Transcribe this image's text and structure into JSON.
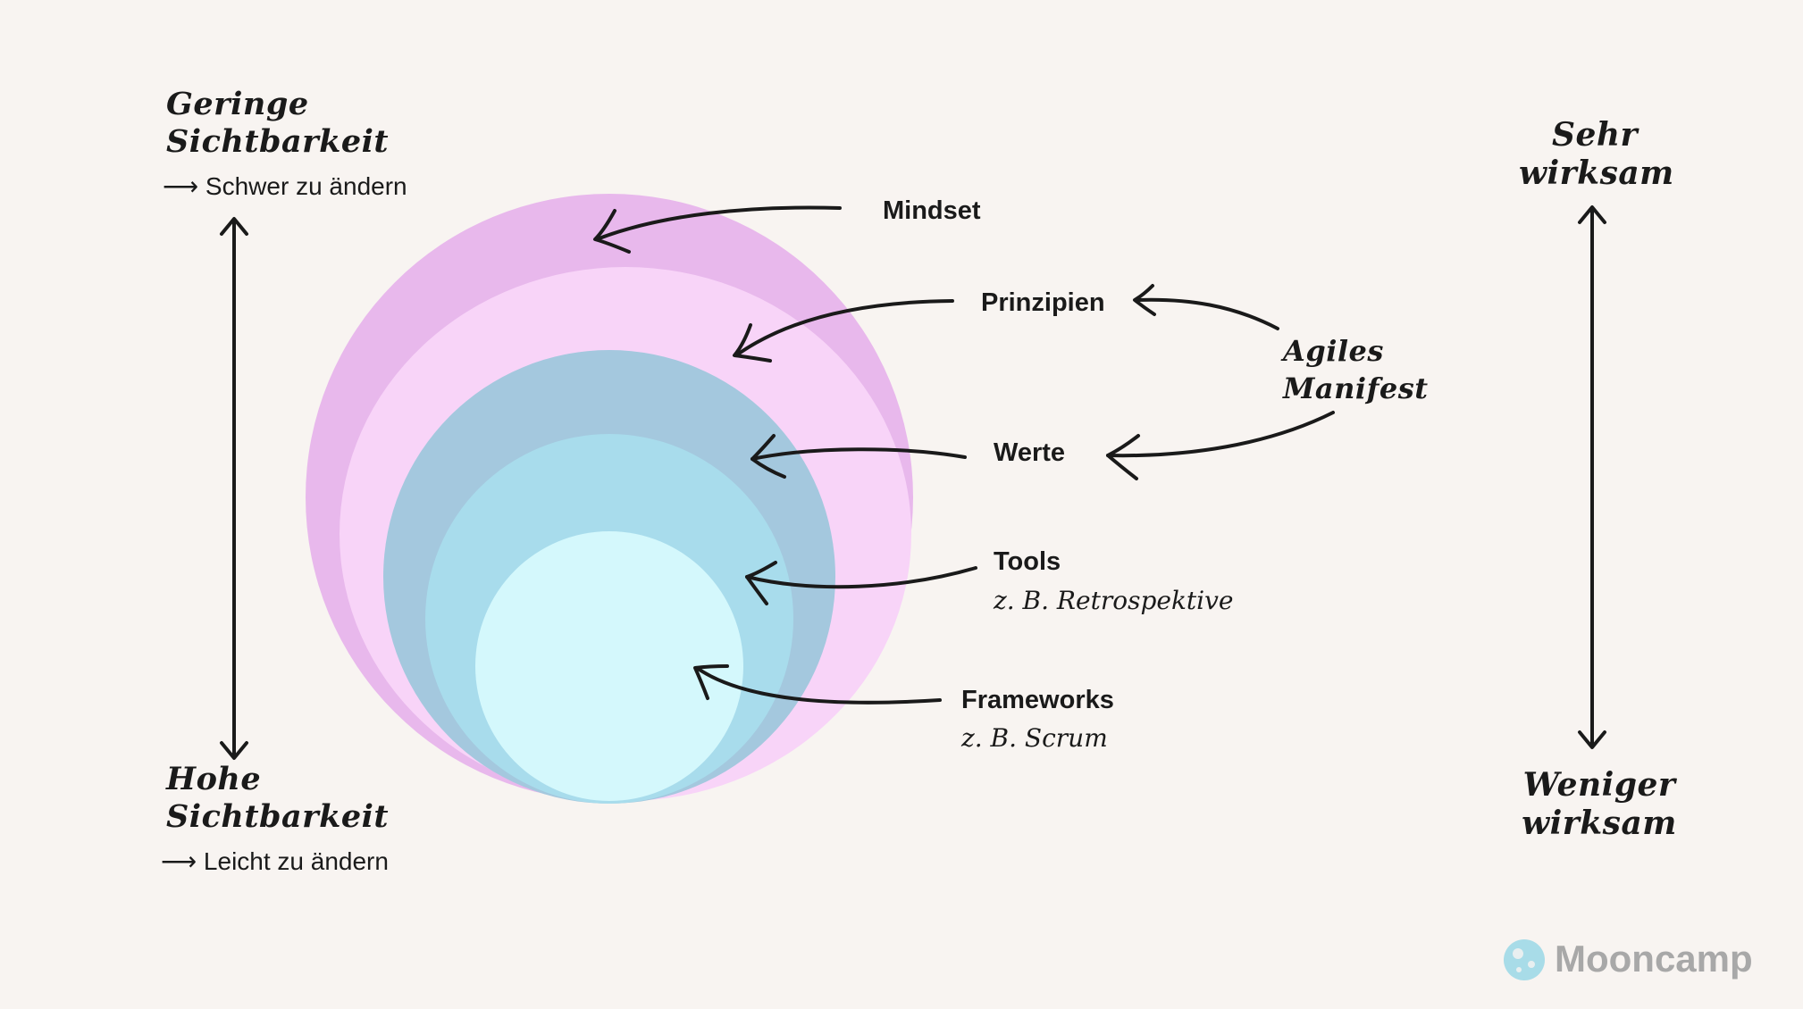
{
  "left": {
    "top_title": [
      "Geringe",
      "Sichtbarkeit"
    ],
    "top_note": "Schwer zu ändern",
    "bottom_title": [
      "Hohe",
      "Sichtbarkeit"
    ],
    "bottom_note": "Leicht zu ändern",
    "note_arrow": "⟶"
  },
  "right": {
    "top_title": [
      "Sehr",
      "wirksam"
    ],
    "bottom_title": [
      "Weniger",
      "wirksam"
    ]
  },
  "layers": [
    {
      "label": "Mindset",
      "note": "",
      "color": "#e8b8ec"
    },
    {
      "label": "Prinzipien",
      "note": "",
      "color": "#f8d4f8"
    },
    {
      "label": "Werte",
      "note": "",
      "color": "#a4c8de"
    },
    {
      "label": "Tools",
      "note": "z. B. Retrospektive",
      "color": "#a8dcec"
    },
    {
      "label": "Frameworks",
      "note": "z. B. Scrum",
      "color": "#d4f8fc"
    }
  ],
  "source": [
    "Agiles",
    "Manifest"
  ],
  "brand": {
    "name": "Mooncamp",
    "color": "#a8a8a8",
    "logo_color": "#a8dce8"
  },
  "colors": {
    "ink": "#1a1a1a",
    "background": "#f8f4f1"
  }
}
